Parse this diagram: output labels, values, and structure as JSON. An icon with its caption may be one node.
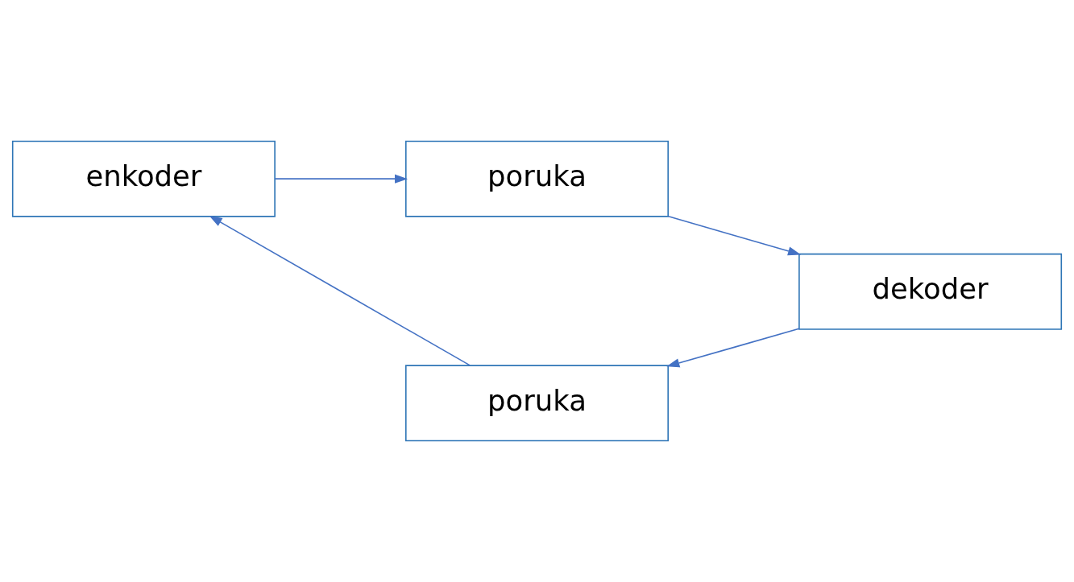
{
  "diagram": {
    "nodes": [
      {
        "text": [
          "poruka"
        ]
      },
      {
        "text": [
          "enkoder"
        ]
      },
      {
        "text": [
          "dekoder"
        ]
      },
      {
        "text": [
          "poruka"
        ]
      }
    ],
    "edges": [
      {
        "from": 1,
        "to": 0,
        "arrow": "to"
      },
      {
        "from": 0,
        "to": 2,
        "arrow": "to"
      },
      {
        "from": 2,
        "to": 3,
        "arrow": "to"
      },
      {
        "from": 3,
        "to": 1,
        "arrow": "to"
      }
    ]
  }
}
